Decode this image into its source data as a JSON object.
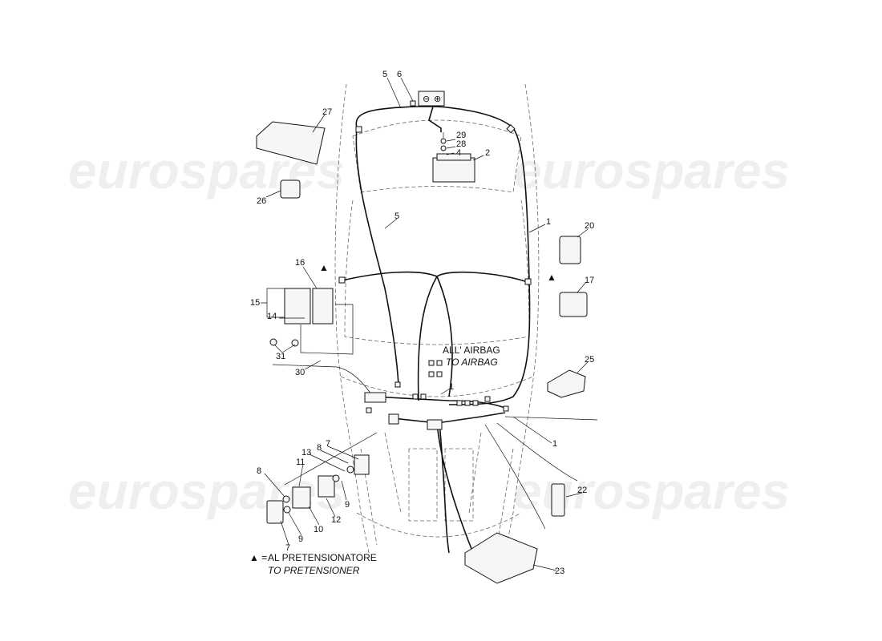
{
  "watermark": "eurospares",
  "callouts": {
    "c5a": "5",
    "c6": "6",
    "c27": "27",
    "c29": "29",
    "c28": "28",
    "c4": "4",
    "c2": "2",
    "c26": "26",
    "c5b": "5",
    "c1a": "1",
    "c20": "20",
    "c16": "16",
    "c17": "17",
    "c15": "15",
    "c14": "14",
    "c31": "31",
    "c30": "30",
    "c25": "25",
    "c1b": "1",
    "c1c": "1",
    "c7a": "7",
    "c8a": "8",
    "c13": "13",
    "c11": "11",
    "c8b": "8",
    "c9a": "9",
    "c12": "12",
    "c10": "10",
    "c9b": "9",
    "c7b": "7",
    "c22": "22",
    "c23": "23"
  },
  "airbag_note": {
    "italian": "ALL' AIRBAG",
    "english": "TO AIRBAG"
  },
  "legend": {
    "symbol": "▲ =",
    "italian": "AL PRETENSIONATORE",
    "english": "TO PRETENSIONER"
  }
}
